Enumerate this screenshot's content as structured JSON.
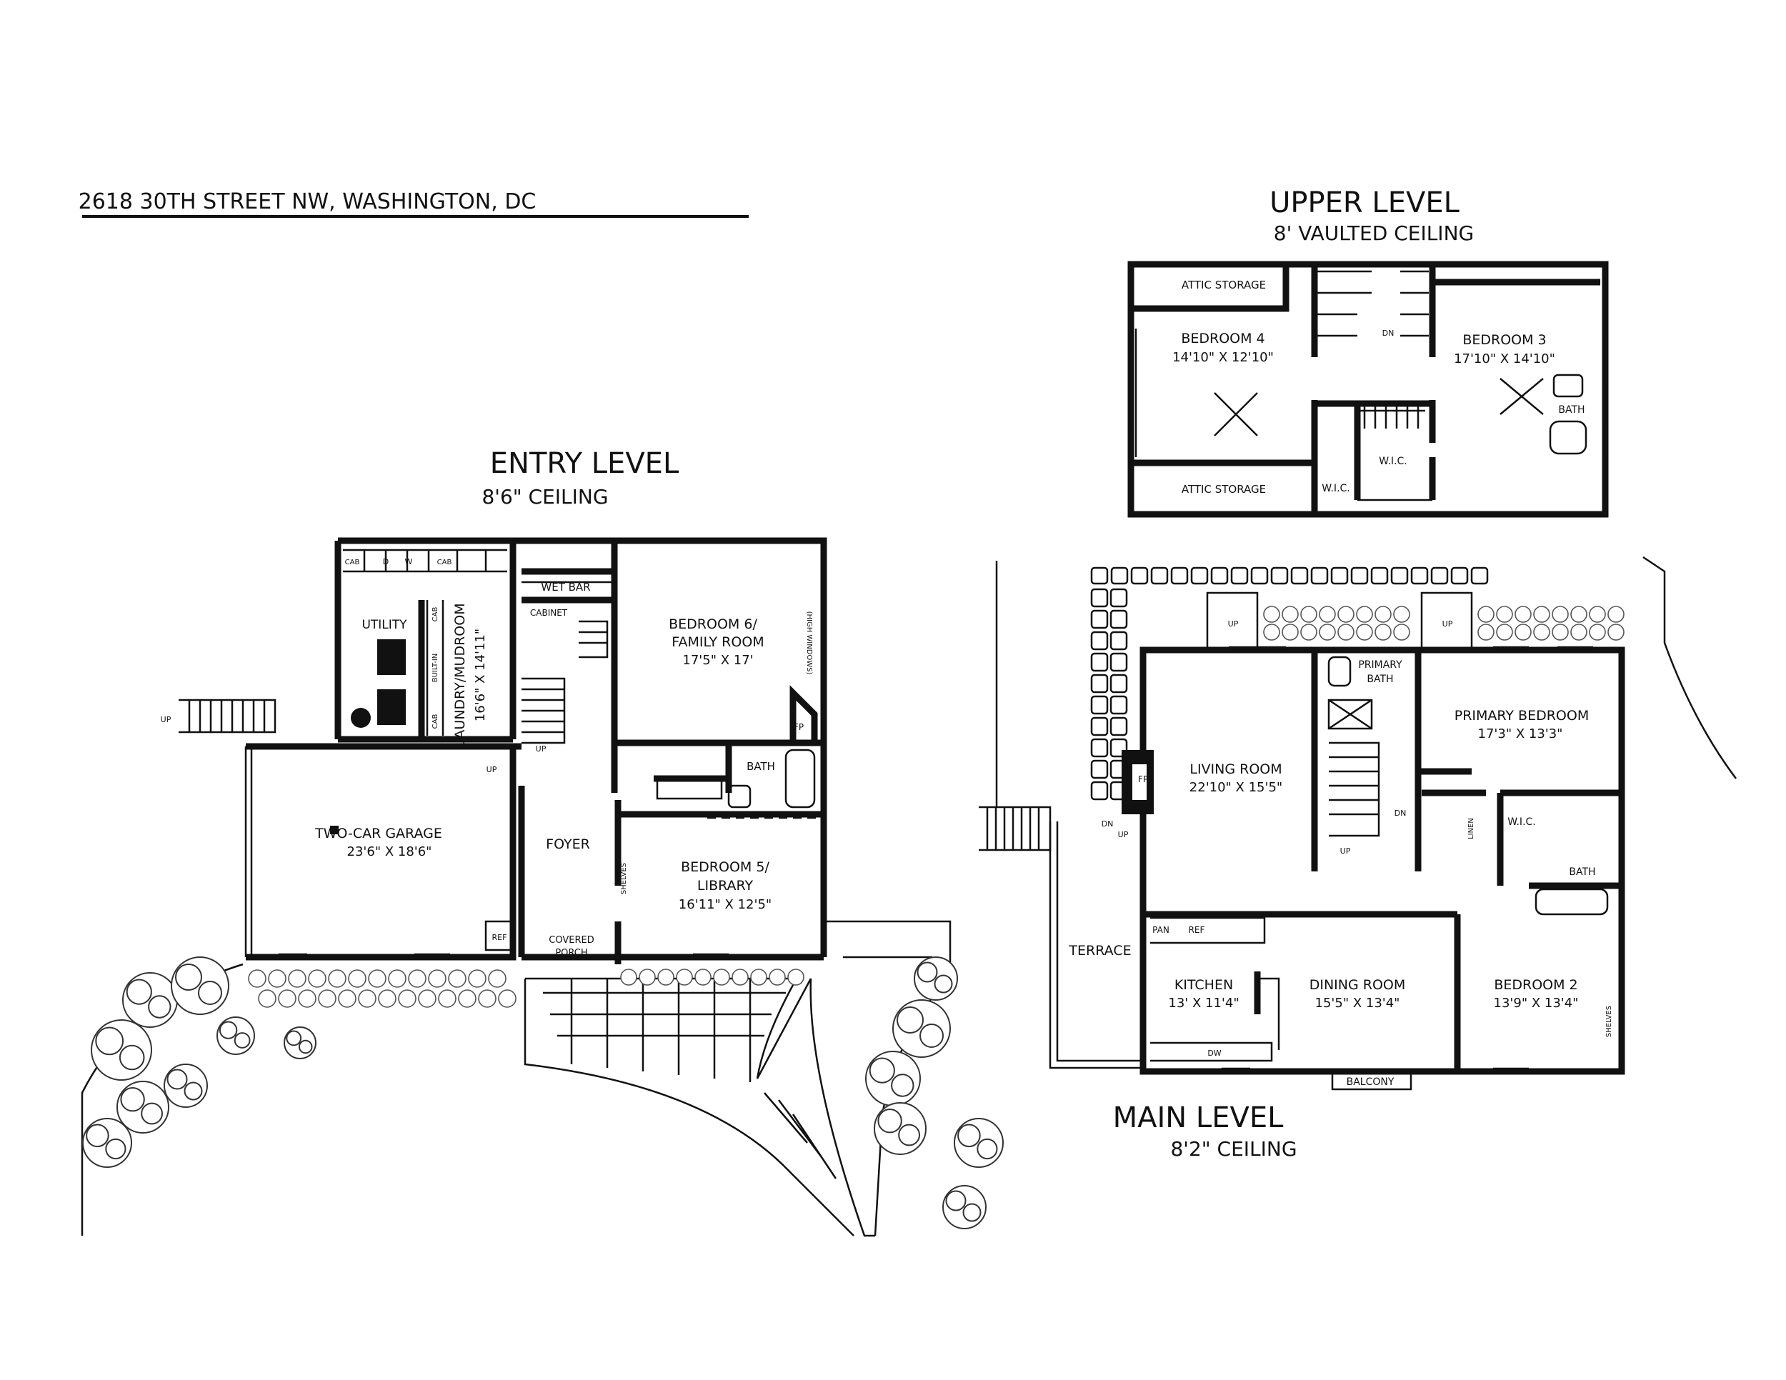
{
  "address": "2618 30TH STREET NW, WASHINGTON, DC",
  "upper_level": {
    "title": "UPPER LEVEL",
    "ceiling": "8' VAULTED CEILING",
    "rooms": [
      {
        "name": "ATTIC STORAGE",
        "dims": ""
      },
      {
        "name": "BEDROOM 4",
        "dims": "14'10\" X 12'10\""
      },
      {
        "name": "BEDROOM 3",
        "dims": "17'10\" X 14'10\""
      },
      {
        "name": "BATH",
        "dims": ""
      },
      {
        "name": "W.I.C.",
        "dims": ""
      },
      {
        "name": "W.I.C.",
        "dims": ""
      },
      {
        "name": "ATTIC STORAGE",
        "dims": ""
      },
      {
        "name": "DN",
        "dims": ""
      }
    ]
  },
  "entry_level": {
    "title": "ENTRY LEVEL",
    "ceiling": "8'6\" CEILING",
    "rooms": [
      {
        "name": "UTILITY",
        "dims": ""
      },
      {
        "name": "LAUNDRY/MUDROOM",
        "dims": "16'6\" X 14'11\""
      },
      {
        "name": "WET BAR",
        "dims": ""
      },
      {
        "name": "CABINET",
        "dims": ""
      },
      {
        "name": "BEDROOM 6/",
        "dims": "FAMILY ROOM"
      },
      {
        "name": "17'5\" X 17'",
        "dims": ""
      },
      {
        "name": "BATH",
        "dims": ""
      },
      {
        "name": "TWO-CAR GARAGE",
        "dims": "23'6\" X 18'6\""
      },
      {
        "name": "FOYER",
        "dims": ""
      },
      {
        "name": "BEDROOM 5/",
        "dims": "LIBRARY"
      },
      {
        "name": "16'11\" X 12'5\"",
        "dims": ""
      },
      {
        "name": "COVERED",
        "dims": "PORCH"
      }
    ],
    "small_labels": [
      "CAB",
      "D",
      "W",
      "CAB",
      "CAB",
      "BUILT-IN",
      "CAB",
      "UP",
      "UP",
      "UP",
      "FP",
      "REF",
      "SHELVES",
      "(HIGH WINDOWS)"
    ]
  },
  "main_level": {
    "title": "MAIN LEVEL",
    "ceiling": "8'2\" CEILING",
    "rooms": [
      {
        "name": "LIVING ROOM",
        "dims": "22'10\" X 15'5\""
      },
      {
        "name": "PRIMARY",
        "dims": "BATH"
      },
      {
        "name": "PRIMARY BEDROOM",
        "dims": "17'3\" X 13'3\""
      },
      {
        "name": "TERRACE",
        "dims": ""
      },
      {
        "name": "KITCHEN",
        "dims": "13' X 11'4\""
      },
      {
        "name": "DINING ROOM",
        "dims": "15'5\" X 13'4\""
      },
      {
        "name": "BEDROOM 2",
        "dims": "13'9\" X 13'4\""
      },
      {
        "name": "BATH",
        "dims": ""
      },
      {
        "name": "W.I.C.",
        "dims": ""
      },
      {
        "name": "BALCONY",
        "dims": ""
      }
    ],
    "small_labels": [
      "UP",
      "UP",
      "UP",
      "DN",
      "DN",
      "UP",
      "FP",
      "PAN",
      "REF",
      "DW",
      "LINEN",
      "SHELVES"
    ]
  },
  "colors": {
    "ink": "#111111",
    "background": "#ffffff",
    "vegetation": "#555555"
  }
}
